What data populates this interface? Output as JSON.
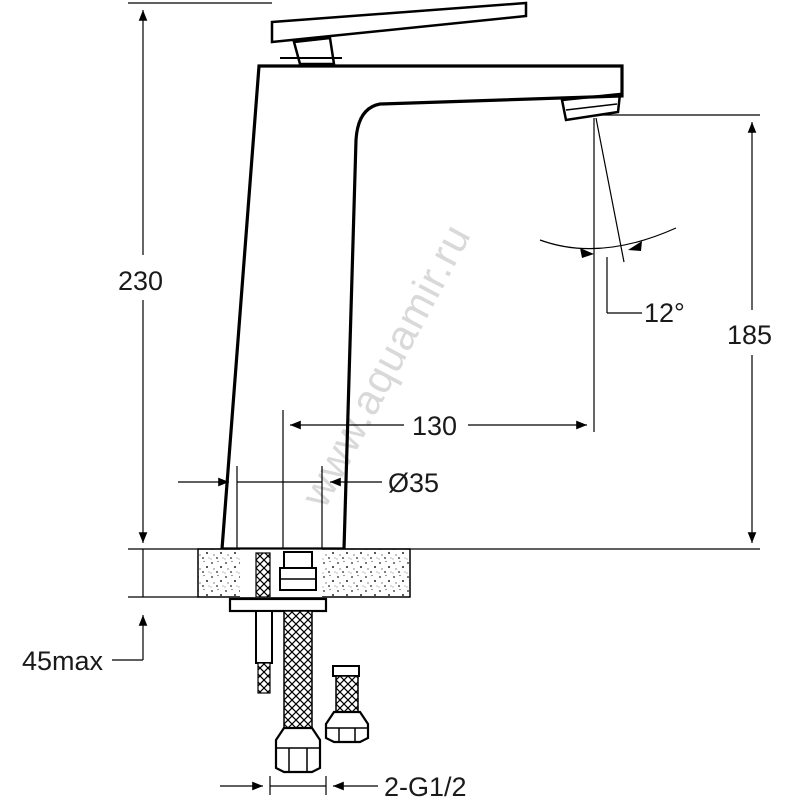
{
  "watermark": "www.aquamir.ru",
  "dimensions": {
    "height_total": "230",
    "spout_height": "185",
    "spout_reach": "130",
    "base_diameter": "Ø35",
    "angle": "12°",
    "counter_max": "45max",
    "connection": "2-G1/2"
  }
}
